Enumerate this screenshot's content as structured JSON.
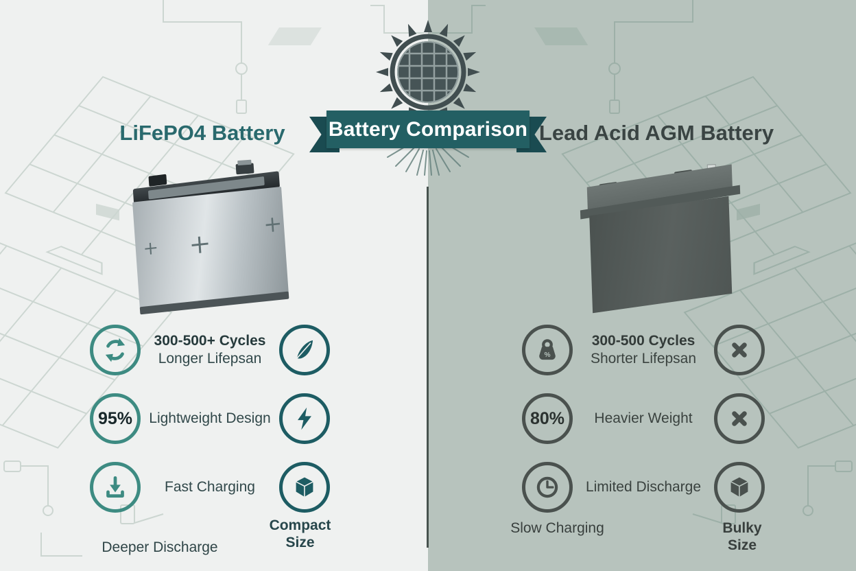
{
  "banner": {
    "title": "Battery Comparison"
  },
  "left": {
    "title": "LiFePO4 Battery",
    "row1": {
      "line1": "300-500+ Cycles",
      "line2": "Longer Lifepsan"
    },
    "row2": {
      "badge": "95%",
      "label": "Lightweight Design"
    },
    "row3": {
      "label": "Fast Charging"
    },
    "bottom_label": "Deeper Discharge",
    "compact_line1": "Compact",
    "compact_line2": "Size"
  },
  "right": {
    "title": "Lead Acid AGM Battery",
    "row1": {
      "line1": "300-500 Cycles",
      "line2": "Shorter Lifepsan"
    },
    "row2": {
      "badge": "80%",
      "label": "Heavier Weight"
    },
    "row3": {
      "label": "Limited Discharge"
    },
    "bottom_label": "Slow Charging",
    "bulky_line1": "Bulky",
    "bulky_line2": "Size"
  },
  "icons": {
    "sun": "solar-sun-grid-icon",
    "cycle": "cycle-refresh-icon",
    "feather": "feather-icon",
    "lightning": "lightning-bolt-icon",
    "download": "download-arrow-icon",
    "cube": "cube-3d-icon",
    "weight": "kettlebell-weight-icon",
    "weight_percent": "%",
    "cross": "x-cross-icon",
    "clock": "clock-icon"
  },
  "colors": {
    "left_bg": "#eff1f0",
    "right_bg": "#b7c3bd",
    "teal_accent": "#3d8b82",
    "dark_teal": "#1d5c63",
    "banner_teal": "#235f63",
    "banner_tail": "#1a4b51",
    "left_title": "#29696d",
    "right_title": "#3a4443",
    "gray_icon": "#4a514e",
    "divider": "#48534f"
  }
}
